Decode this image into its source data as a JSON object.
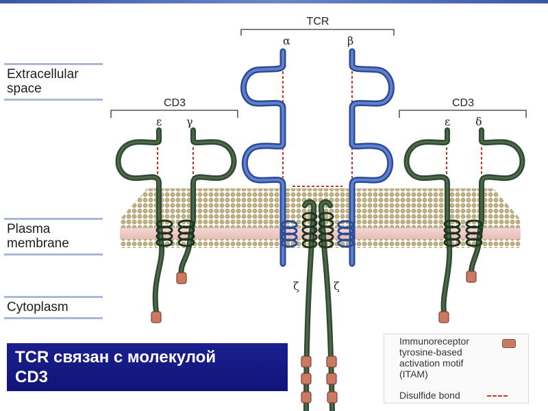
{
  "regions": {
    "extracellular_line1": "Extracellular",
    "extracellular_line2": "space",
    "plasma_line1": "Plasma",
    "plasma_line2": "membrane",
    "cytoplasm": "Cytoplasm"
  },
  "tcr": {
    "label": "TCR",
    "alpha": "α",
    "beta": "β",
    "zeta": "ζ"
  },
  "cd3_left": {
    "label": "CD3",
    "epsilon": "ε",
    "gamma": "γ"
  },
  "cd3_right": {
    "label": "CD3",
    "epsilon": "ε",
    "delta": "δ"
  },
  "caption": {
    "line1": "TCR связан с молекулой",
    "line2": "CD3"
  },
  "legend": {
    "itam_line1": "Immunoreceptor",
    "itam_line2": "tyrosine-based",
    "itam_line3": "activation motif",
    "itam_line4": "(ITAM)",
    "disulfide": "Disulfide bond"
  },
  "colors": {
    "tcr_chain": "#3f5fb0",
    "cd3_chain": "#2f4a30",
    "itam": "#c97a62",
    "disulfide": "#c0392b",
    "membrane_head": "#c9b98a",
    "membrane_core": "#ecc9c6",
    "caption_bg": "#1a1f8f"
  }
}
